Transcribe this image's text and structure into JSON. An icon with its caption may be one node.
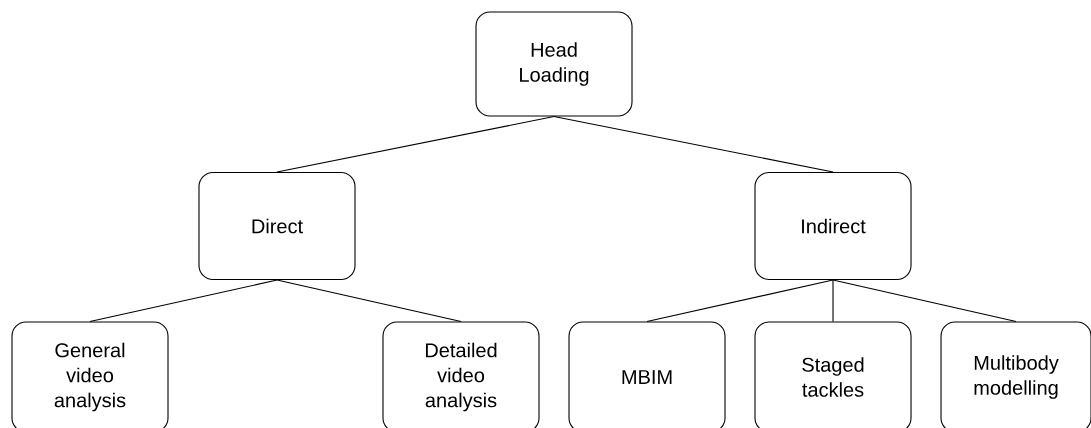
{
  "diagram": {
    "nodes": [
      {
        "text": [
          "Head Loading"
        ]
      },
      {
        "text": [
          "Direct"
        ]
      },
      {
        "text": [
          "Indirect"
        ]
      },
      {
        "text": [
          "General video analysis"
        ]
      },
      {
        "text": [
          "Detailed video analysis"
        ]
      },
      {
        "text": [
          "MBIM"
        ]
      },
      {
        "text": [
          "Staged tackles"
        ]
      },
      {
        "text": [
          "Multibody modelling"
        ]
      }
    ],
    "edges": [
      {
        "from": 0,
        "to": 1,
        "arrow": "none"
      },
      {
        "from": 0,
        "to": 2,
        "arrow": "none"
      },
      {
        "from": 1,
        "to": 3,
        "arrow": "none"
      },
      {
        "from": 1,
        "to": 4,
        "arrow": "none"
      },
      {
        "from": 2,
        "to": 5,
        "arrow": "none"
      },
      {
        "from": 2,
        "to": 6,
        "arrow": "none"
      },
      {
        "from": 2,
        "to": 7,
        "arrow": "none"
      }
    ]
  }
}
